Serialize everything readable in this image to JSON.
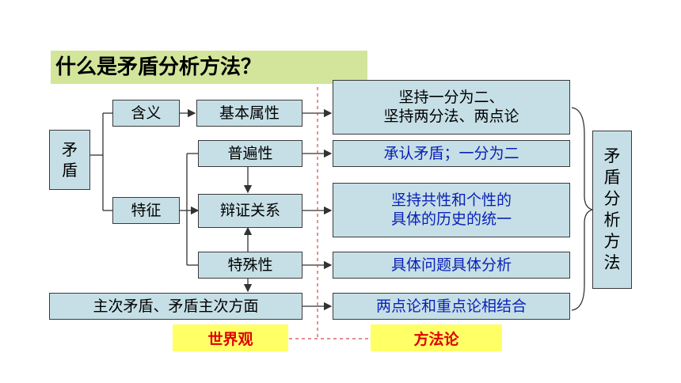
{
  "title": "什么是矛盾分析方法？",
  "left": {
    "contradiction": [
      "矛",
      "盾"
    ],
    "meaning": "含义",
    "features": "特征",
    "principal": "主次矛盾、矛盾主次方面"
  },
  "middle": {
    "basic": "基本属性",
    "universality": "普遍性",
    "dialectic": "辩证关系",
    "particularity": "特殊性"
  },
  "right": {
    "r1": [
      "坚持一分为二、",
      "坚持两分法、两点论"
    ],
    "r2": "承认矛盾；一分为二",
    "r3": [
      "坚持共性和个性的",
      "具体的历史的统一"
    ],
    "r4": "具体问题具体分析",
    "r5": "两点论和重点论相结合"
  },
  "method": [
    "矛",
    "盾",
    "分",
    "析",
    "方",
    "法"
  ],
  "labels": {
    "worldview": "世界观",
    "methodology": "方法论"
  }
}
